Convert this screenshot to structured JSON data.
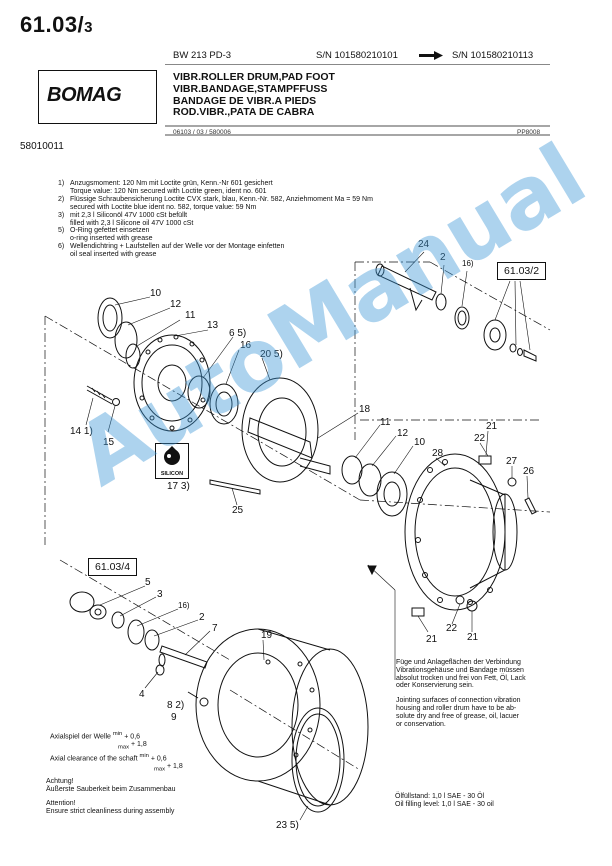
{
  "header": {
    "page_number": "61.03/",
    "page_sub": "3",
    "model": "BW 213 PD-3",
    "sn_from": "S/N 101580210101",
    "sn_to": "S/N 101580210113",
    "brand": "BOMAG",
    "titles": [
      "VIBR.ROLLER DRUM,PAD FOOT",
      "VIBR.BANDAGE,STAMPFFUSS",
      "BANDAGE DE VIBR.A PIEDS",
      "ROD.VIBR.,PATA DE CABRA"
    ],
    "ref_line": "06103 / 03 / 580006",
    "pp_code": "PP8008",
    "part_number": "58010011"
  },
  "notes": [
    {
      "key": "1)",
      "lines": [
        "Anzugsmoment: 120 Nm mit Loctite grün, Kenn.-Nr 601 gesichert",
        "Torque value: 120 Nm secured with Loctite green, ident no. 601"
      ]
    },
    {
      "key": "2)",
      "lines": [
        "Flüssige Schraubensicherung Loctite CVX stark, blau, Kenn.-Nr. 582, Anziehmoment Ma = 59 Nm",
        "secured with Loctite blue ident no. 582,  torque value: 59 Nm"
      ]
    },
    {
      "key": "3)",
      "lines": [
        "mit 2,3 l Siliconöl 47V 1000 cSt befüllt",
        "filled with 2,3 l Silicone oil 47V 1000 cSt"
      ]
    },
    {
      "key": "5)",
      "lines": [
        "O-Ring gefettet einsetzen",
        "o-ring inserted with grease"
      ]
    },
    {
      "key": "6)",
      "lines": [
        "Wellendichtring + Laufstellen auf der Welle vor der Montage einfetten",
        "oil seal inserted with grease"
      ]
    }
  ],
  "ref_boxes": {
    "top_right": "61.03/2",
    "left": "61.03/4"
  },
  "silicon_label": "SILICON",
  "callouts": {
    "c24": "24",
    "c2a": "2",
    "c16a": "16)",
    "c10a": "10",
    "c12a": "12",
    "c11a": "11",
    "c13": "13",
    "c6": "6 5)",
    "c16b": "16",
    "c20": "20 5)",
    "c18": "18",
    "c11b": "11",
    "c12b": "12",
    "c10b": "10",
    "c21a": "21",
    "c22a": "22",
    "c28": "28",
    "c27": "27",
    "c26": "26",
    "c14": "14 1)",
    "c15": "15",
    "c17": "17 3)",
    "c25": "25",
    "c5": "5",
    "c3": "3",
    "c16c": "16)",
    "c2b": "2",
    "c7": "7",
    "c19": "19",
    "c4": "4",
    "c8": "8 2)",
    "c9": "9",
    "c22b": "22",
    "c21b": "21",
    "c21c": "21",
    "c23": "23 5)"
  },
  "note_box": [
    "Füge und Anlageflächen der Verbindung",
    "Vibrationsgehäuse und Bandage müssen",
    "absolut trocken und frei von Fett, Öl, Lack",
    "oder Konservierung sein.",
    "",
    "Jointing surfaces of connection vibration",
    "housing and roller drum have to be ab-",
    "solute dry and free of grease, oil, lacuer",
    "or conservation."
  ],
  "axial": {
    "de": "Axialspiel der Welle",
    "en": "Axial clearance of the schaft",
    "min_label": "min",
    "max_label": "max",
    "min_value": "+ 0,6",
    "max_value": "+ 1,8"
  },
  "attention": [
    "Achtung!",
    "Äußerste Sauberkeit beim Zusammenbau",
    "",
    "Attention!",
    "Ensure strict cleanliness during assembly"
  ],
  "filling": [
    "Ölfüllstand: 1,0 l SAE - 30 Öl",
    "Oil filling level: 1,0 l SAE - 30 oil"
  ],
  "watermark": "AutoManual"
}
